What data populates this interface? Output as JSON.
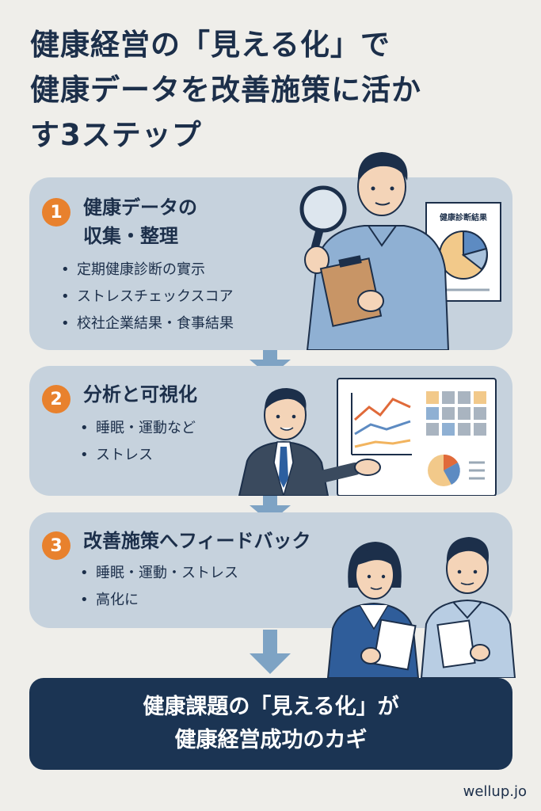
{
  "title_lines": [
    "健康経営の「見える化」で",
    "健康データを改善施策に活か",
    "す3ステップ"
  ],
  "steps": [
    {
      "number": "1",
      "title_lines": [
        "健康データの",
        "収集・整理"
      ],
      "bullets": [
        "定期健康診断の實示",
        "ストレスチェックスコア",
        "校社企業結果・食事結果"
      ]
    },
    {
      "number": "2",
      "title_lines": [
        "分析と可視化"
      ],
      "bullets": [
        "睡眠・運動など",
        "ストレス"
      ]
    },
    {
      "number": "3",
      "title_lines": [
        "改善施策へフィードバック"
      ],
      "bullets": [
        "睡眠・運動・ストレス",
        "高化に"
      ]
    }
  ],
  "report_sheet_title": "健康診断結果",
  "footer_lines": [
    "健康課題の「見える化」が",
    "健康経営成功のカギ"
  ],
  "brand": "wellup.jo",
  "colors": {
    "background": "#efeeea",
    "card": "#c6d2dd",
    "accent_orange": "#e8812d",
    "navy": "#1b3453",
    "arrow": "#7ea3c4"
  }
}
